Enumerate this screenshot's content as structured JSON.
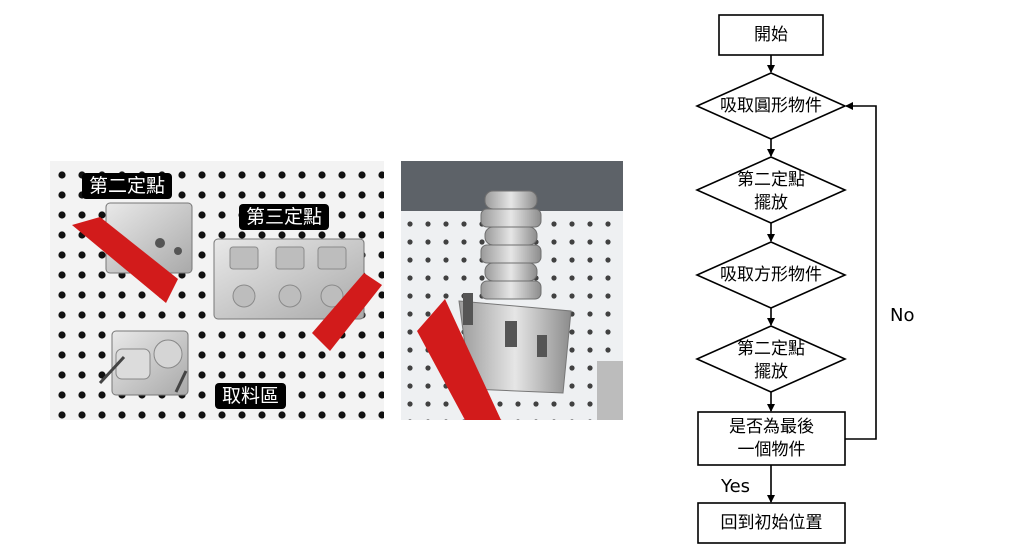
{
  "left_photo": {
    "labels": {
      "point_two": "第二定點",
      "point_three": "第三定點",
      "pickup_area": "取料區"
    }
  },
  "flowchart": {
    "nodes": {
      "start": "開始",
      "pick_round": "吸取圓形物件",
      "place_two_a_line1": "第二定點",
      "place_two_a_line2": "擺放",
      "pick_square": "吸取方形物件",
      "place_two_b_line1": "第二定點",
      "place_two_b_line2": "擺放",
      "is_last_line1": "是否為最後",
      "is_last_line2": "一個物件",
      "return_home": "回到初始位置"
    },
    "edges": {
      "no": "No",
      "yes": "Yes"
    }
  }
}
